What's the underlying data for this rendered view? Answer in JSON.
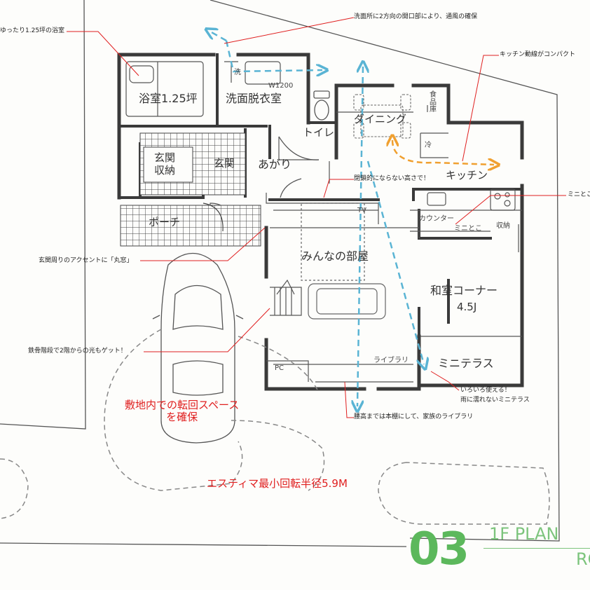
{
  "rooms": {
    "bath": "浴室1.25坪",
    "washroom": "洗面脱衣室",
    "wash_mark": "洗",
    "width_note": "W1200",
    "toilet": "トイレ",
    "dining": "ダイニング",
    "pantry": "食品庫",
    "fridge": "冷",
    "kitchen": "キッチン",
    "entrance_storage": "玄関収納",
    "entrance": "玄関",
    "agari": "あがり",
    "porch": "ポーチ",
    "living": "みんなの部屋",
    "tv": "TV",
    "counter": "カウンター",
    "mini_kotatsu": "ミニとこ",
    "storage": "収納",
    "japanese_room": "和室コーナー",
    "japanese_size": "4.5J",
    "mini_terrace": "ミニテラス",
    "library": "ライブラリ",
    "pc": "PC"
  },
  "annotations": {
    "bath": "ゆったり1.25坪の浴室",
    "ventilation": "洗面所に2方向の開口部により、通風の確保",
    "kitchen_line": "キッチン動線がコンパクト",
    "mini_tokonoma": "ミニとこ",
    "partition_height": "閉鎖的にならない高さで！",
    "round_window": "玄関周りのアクセントに「丸窓」",
    "stair_light": "鉄骨階段で2階からの光もゲット！",
    "terrace_line1": "いろいろ使える！",
    "terrace_line2": "雨に濡れないミニテラス",
    "library_note": "腰高までは本棚にして、家族のライブラリ"
  },
  "parking": {
    "turning_line1": "敷地内での転回スペース",
    "turning_line2": "を確保",
    "radius_note": "エスティマ最小回転半径5.9M"
  },
  "badge": {
    "number": "03",
    "title": "1F PLAN",
    "subtitle": "RO"
  },
  "colors": {
    "wall": "#3a3a3a",
    "annotation_red": "#e02020",
    "airflow_blue": "#5ab4d4",
    "kitchen_orange": "#f0a030",
    "badge_green": "#5cb85c"
  }
}
